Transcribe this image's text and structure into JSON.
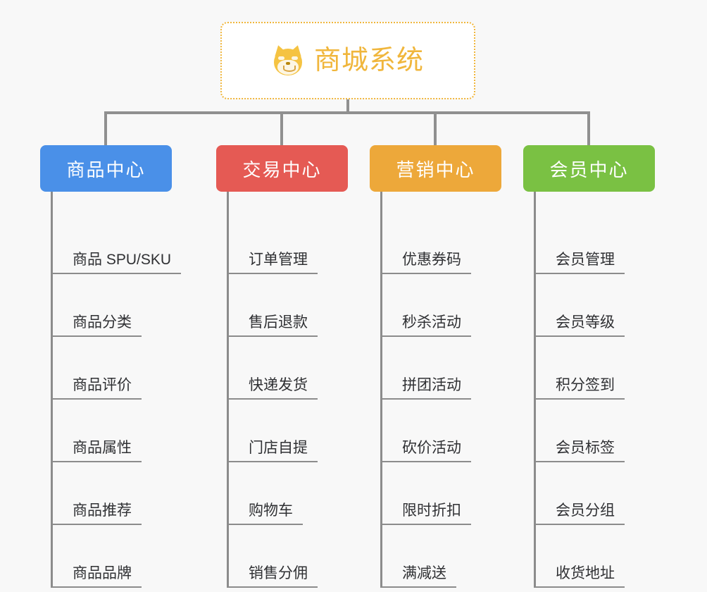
{
  "page": {
    "background_color": "#f8f8f8",
    "connector_color": "#909090",
    "leaf_rail_color": "#8c8c8c",
    "leaf_text_color": "#2f3033"
  },
  "root": {
    "title": "商城系统",
    "icon": "dog-face-icon",
    "text_color": "#f0b63c",
    "border_color": "#f0b63c",
    "background": "#ffffff"
  },
  "branches": [
    {
      "label": "商品中心",
      "color": "#4a90e8",
      "items": [
        "商品 SPU/SKU",
        "商品分类",
        "商品评价",
        "商品属性",
        "商品推荐",
        "商品品牌"
      ]
    },
    {
      "label": "交易中心",
      "color": "#e55a54",
      "items": [
        "订单管理",
        "售后退款",
        "快递发货",
        "门店自提",
        "购物车",
        "销售分佣"
      ]
    },
    {
      "label": "营销中心",
      "color": "#eda83a",
      "items": [
        "优惠券码",
        "秒杀活动",
        "拼团活动",
        "砍价活动",
        "限时折扣",
        "满减送"
      ]
    },
    {
      "label": "会员中心",
      "color": "#7ac143",
      "items": [
        "会员管理",
        "会员等级",
        "积分签到",
        "会员标签",
        "会员分组",
        "收货地址"
      ]
    }
  ]
}
